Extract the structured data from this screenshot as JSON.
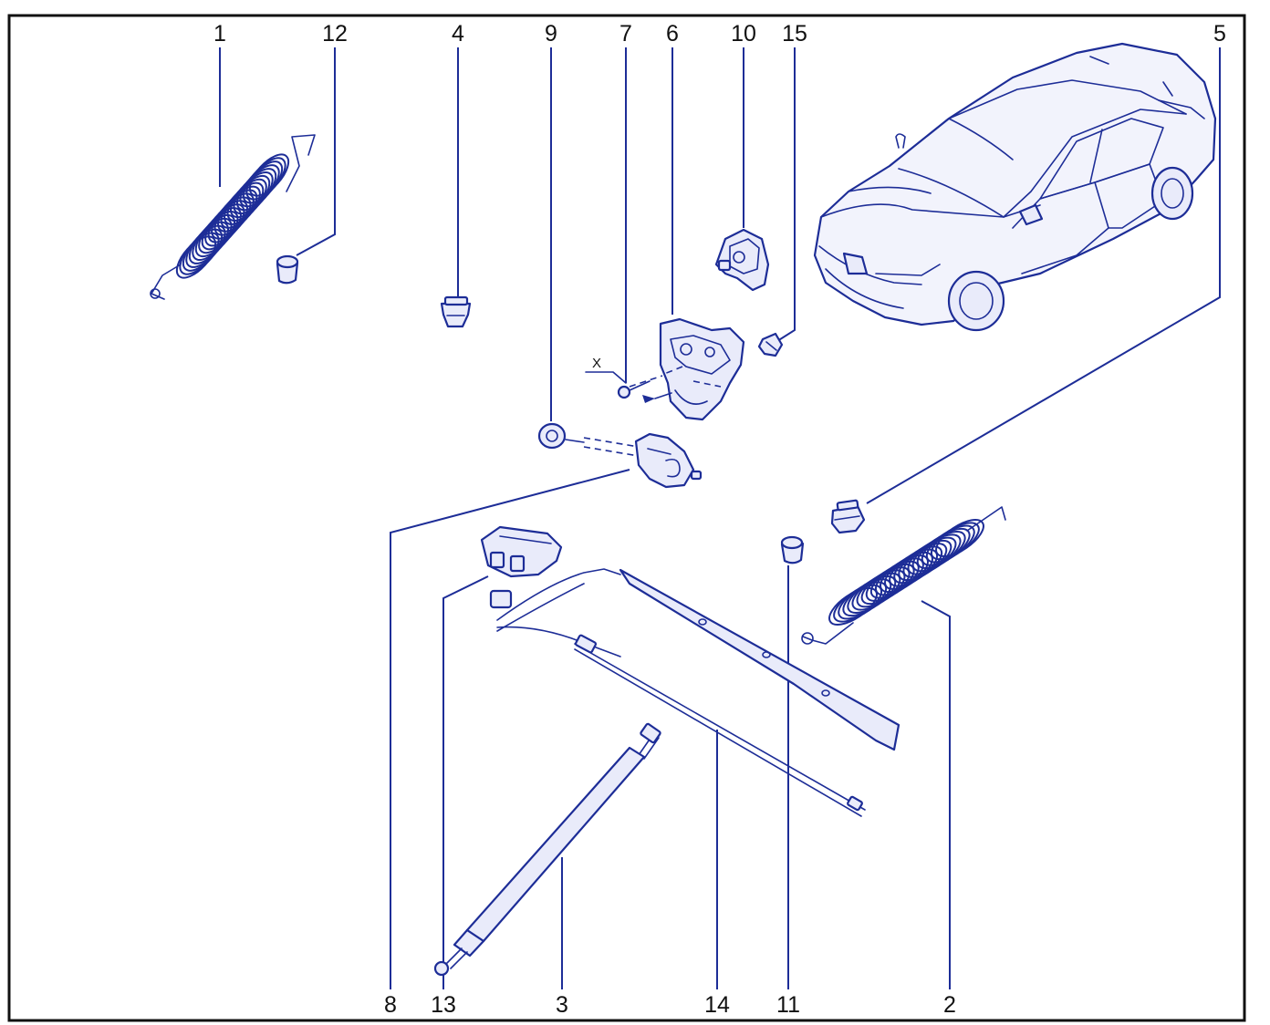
{
  "diagram": {
    "callouts": {
      "c1": "1",
      "c12": "12",
      "c4": "4",
      "c9": "9",
      "c7": "7",
      "c6": "6",
      "c10": "10",
      "c15": "15",
      "c5": "5",
      "c8": "8",
      "c13": "13",
      "c3": "3",
      "c14": "14",
      "c11": "11",
      "c2": "2"
    },
    "fastener_marker": "X"
  },
  "colors": {
    "line": "#1d2d97",
    "fill": "#e9ebfa",
    "frame": "#111111",
    "label": "#111111"
  }
}
